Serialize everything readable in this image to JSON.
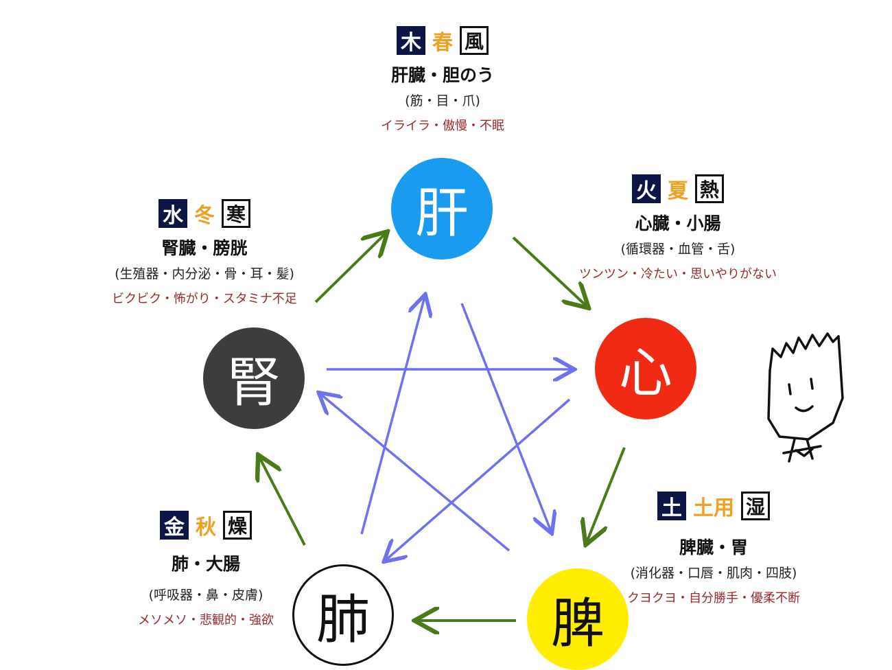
{
  "elements": {
    "liver": {
      "element": "木",
      "season": "春",
      "weather": "風",
      "organs": "肝臓・胆のう",
      "parts": "(筋・目・爪)",
      "emotions": "イライラ・傲慢・不眠",
      "circle_label": "肝",
      "circle_color": "#1a9bf0"
    },
    "heart": {
      "element": "火",
      "season": "夏",
      "weather": "熱",
      "organs": "心臓・小腸",
      "parts": "(循環器・血管・舌)",
      "emotions": "ツンツン・冷たい・思いやりがない",
      "circle_label": "心",
      "circle_color": "#f02a14"
    },
    "spleen": {
      "element": "土",
      "season": "土用",
      "weather": "湿",
      "organs": "脾臓・胃",
      "parts": "(消化器・口唇・肌肉・四肢)",
      "emotions": "クヨクヨ・自分勝手・優柔不断",
      "circle_label": "脾",
      "circle_color": "#ffee00"
    },
    "lung": {
      "element": "金",
      "season": "秋",
      "weather": "燥",
      "organs": "肺・大腸",
      "parts": "(呼吸器・鼻・皮膚)",
      "emotions": "メソメソ・悲観的・強欲",
      "circle_label": "肺",
      "circle_color": "#ffffff"
    },
    "kidney": {
      "element": "水",
      "season": "冬",
      "weather": "寒",
      "organs": "腎臓・膀胱",
      "parts": "(生殖器・内分泌・骨・耳・髪)",
      "emotions": "ビクビク・怖がり・スタミナ不足",
      "circle_label": "腎",
      "circle_color": "#3d3d3d"
    }
  },
  "colors": {
    "generating_arrow": "#4a7a1a",
    "controlling_arrow": "#6f72ee",
    "element_tag_bg": "#0d1544",
    "season_text": "#f0a020",
    "emotion_text": "#9b2a2a"
  }
}
